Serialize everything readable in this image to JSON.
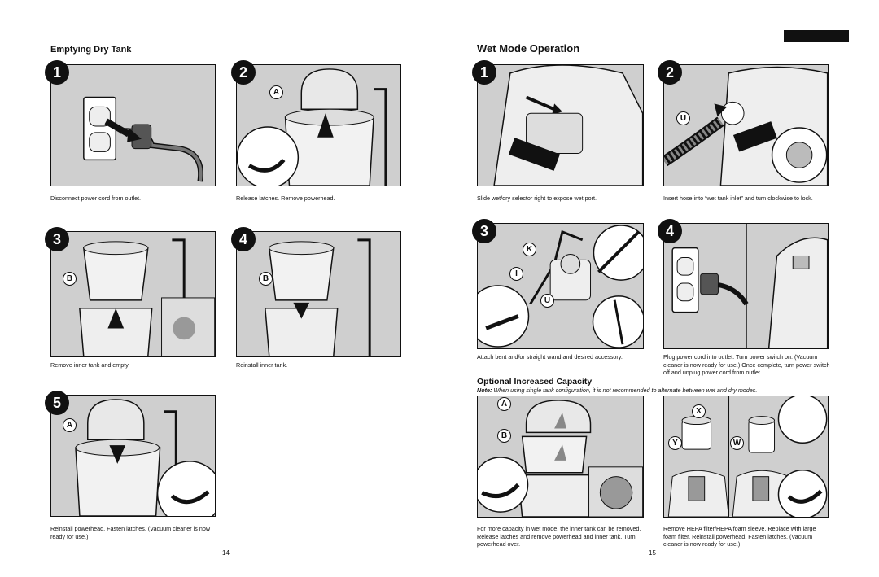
{
  "left_page": {
    "section_title": "Emptying Dry Tank",
    "page_number": "14",
    "steps": [
      {
        "number": "1",
        "caption": "Disconnect power cord from outlet."
      },
      {
        "number": "2",
        "caption": "Release latches. Remove powerhead.",
        "label": "A"
      },
      {
        "number": "3",
        "caption": "Remove inner tank and empty.",
        "label": "B"
      },
      {
        "number": "4",
        "caption": "Reinstall inner tank.",
        "label": "B"
      },
      {
        "number": "5",
        "caption": "Reinstall powerhead. Fasten latches. (Vacuum cleaner is now ready for use.)",
        "label": "A"
      }
    ]
  },
  "right_page": {
    "section_title": "Wet Mode Operation",
    "page_number": "15",
    "steps": [
      {
        "number": "1",
        "caption": "Slide wet/dry selector right to expose wet port."
      },
      {
        "number": "2",
        "caption": "Insert hose into “wet tank inlet” and turn clockwise to lock.",
        "label": "U"
      },
      {
        "number": "3",
        "caption": "Attach bent and/or straight wand and desired accessory.",
        "labels": [
          "K",
          "I",
          "U"
        ]
      },
      {
        "number": "4",
        "caption": "Plug power cord into outlet. Turn power switch on. (Vacuum cleaner is now ready for use.) Once complete, turn power switch off and unplug power cord from outlet."
      }
    ],
    "optional": {
      "title": "Optional Increased Capacity",
      "note_label": "Note:",
      "note_text": " When using single tank configuration, it is not recommended to alternate between wet and dry modes.",
      "left_caption": "For more capacity in wet mode, the inner tank can be removed. Release latches and remove powerhead and inner tank. Turn powerhead over.",
      "left_labels": [
        "A",
        "B"
      ],
      "right_caption": "Remove HEPA filter/HEPA foam sleeve. Replace with large foam filter. Reinstall powerhead. Fasten latches. (Vacuum cleaner is now ready for use.)",
      "right_labels": [
        "X",
        "Y",
        "W"
      ]
    }
  }
}
